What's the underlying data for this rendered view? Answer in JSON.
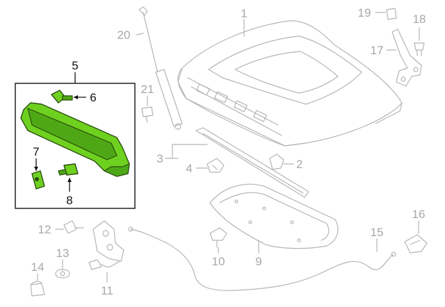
{
  "colors": {
    "highlight_part": "#6fd11f",
    "outline_grey": "#b4b4b4",
    "callout_grey": "#a8a8a8",
    "callout_dark": "#111111"
  },
  "callouts": {
    "c1": "1",
    "c2": "2",
    "c3": "3",
    "c4": "4",
    "c5": "5",
    "c6": "6",
    "c7": "7",
    "c8": "8",
    "c9": "9",
    "c10": "10",
    "c11": "11",
    "c12": "12",
    "c13": "13",
    "c14": "14",
    "c15": "15",
    "c16": "16",
    "c17": "17",
    "c18": "18",
    "c19": "19",
    "c20": "20",
    "c21": "21"
  }
}
